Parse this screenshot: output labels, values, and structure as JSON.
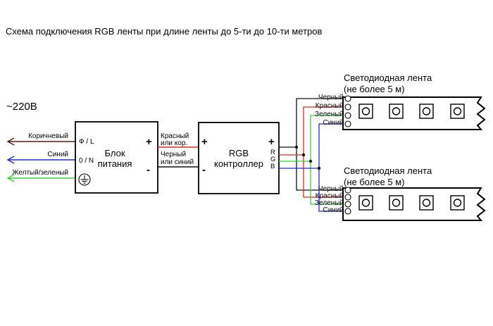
{
  "title": "Схема подключения RGB ленты при длине ленты до 5-ти до 10-ти метров",
  "mains": {
    "voltage_label": "~220В",
    "wires": [
      {
        "label": "Коричневый",
        "color": "#5a1a12"
      },
      {
        "label": "Синий",
        "color": "#1f2bd6"
      },
      {
        "label": "Желтый/зеленый",
        "color": "#3ad43a"
      }
    ]
  },
  "power_supply": {
    "name_line1": "Блок",
    "name_line2": "питания",
    "terminal_phase": "Ф / L",
    "terminal_neutral": "0 / N",
    "plus": "+",
    "minus": "-",
    "ground_icon": "earth-ground-icon"
  },
  "link": {
    "plus_wire_line1": "Красный",
    "plus_wire_line2": "или кор.",
    "minus_wire_line1": "Черный",
    "minus_wire_line2": "или синий",
    "plus_color": "#e0271f",
    "minus_color": "#111111"
  },
  "controller": {
    "name_line1": "RGB",
    "name_line2": "контроллер",
    "plus_in": "+",
    "minus_in": "-",
    "plus_out": "+",
    "channel_r": "R",
    "channel_g": "G",
    "channel_b": "B"
  },
  "strips": [
    {
      "title_line1": "Светодиодная лента",
      "title_line2": "(не более 5 м)",
      "wire_labels": [
        "Черный",
        "Красный",
        "Зеленый",
        "Синий"
      ]
    },
    {
      "title_line1": "Светодиодная лента",
      "title_line2": "(не более 5 м)",
      "wire_labels": [
        "Черный",
        "Красный",
        "Зеленый",
        "Синий"
      ]
    }
  ],
  "colors": {
    "black": "#111111",
    "red": "#e0271f",
    "green": "#3ad43a",
    "blue": "#1f2bd6",
    "brown": "#5a1a12"
  }
}
